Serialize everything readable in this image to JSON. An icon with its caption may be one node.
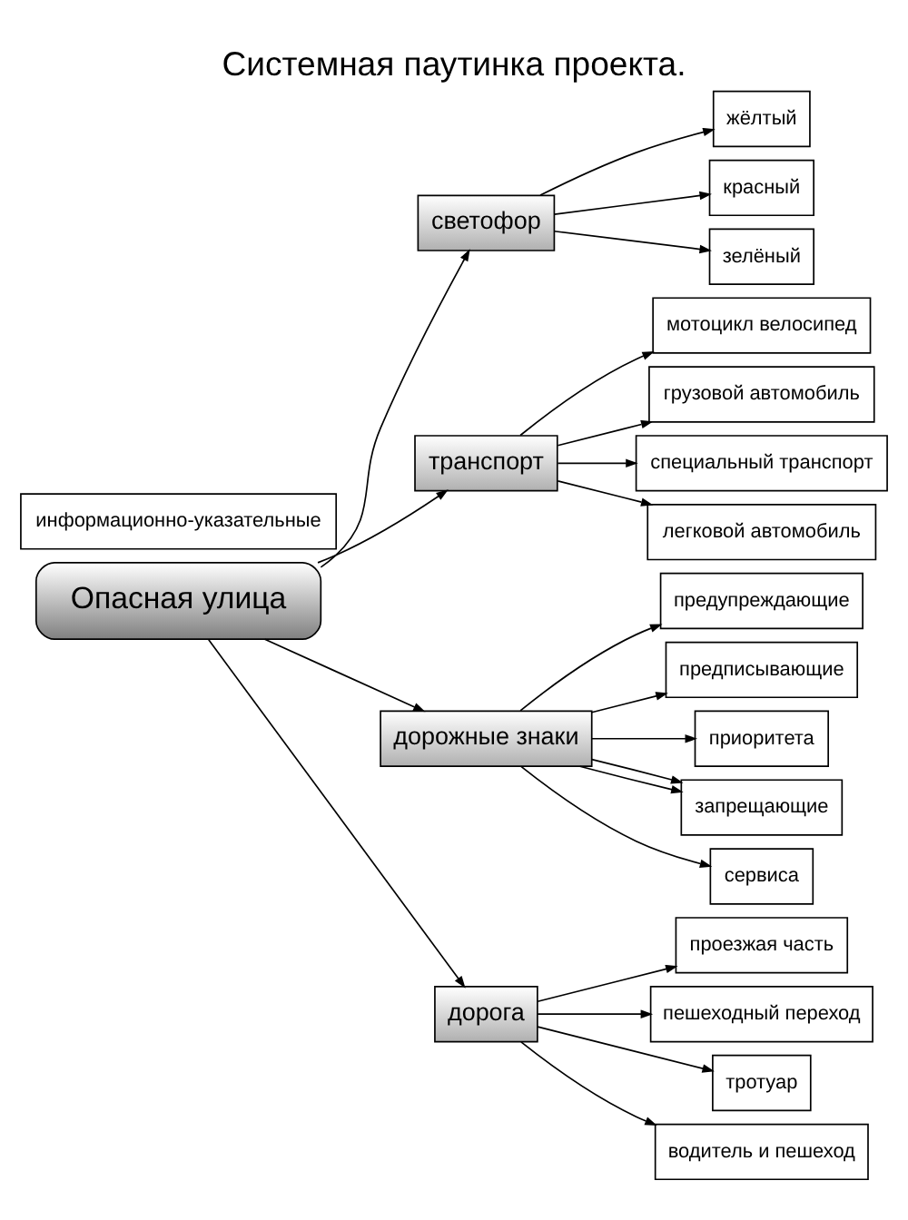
{
  "diagram": {
    "title": "Системная паутинка проекта.",
    "nodes": [
      {
        "text": [
          "Опасная улица"
        ]
      },
      {
        "text": [
          "светофор"
        ]
      },
      {
        "text": [
          "жёлтый"
        ]
      },
      {
        "text": [
          "красный"
        ]
      },
      {
        "text": [
          "зелёный"
        ]
      },
      {
        "text": [
          "транспорт"
        ]
      },
      {
        "text": [
          "мотоцикл велосипед"
        ]
      },
      {
        "text": [
          "грузовой автомобиль"
        ]
      },
      {
        "text": [
          "специальный транспорт"
        ]
      },
      {
        "text": [
          "легковой автомобиль"
        ]
      },
      {
        "text": [
          "предупреждающие"
        ]
      },
      {
        "text": [
          "дорожные знаки"
        ]
      },
      {
        "text": [
          "проезжая часть"
        ]
      },
      {
        "text": [
          "дорога"
        ]
      },
      {
        "text": [
          "предписывающие"
        ]
      },
      {
        "text": [
          "приоритета"
        ]
      },
      {
        "text": [
          "пешеходный переход"
        ]
      },
      {
        "text": [
          "запрещающие"
        ]
      },
      {
        "text": [
          "тротуар"
        ]
      },
      {
        "text": [
          "информационно-указательные"
        ]
      },
      {
        "text": [
          "сервиса"
        ]
      },
      {
        "text": [
          "водитель и пешеход"
        ]
      }
    ],
    "edges": [
      {
        "from": 0,
        "to": 1,
        "arrow": "to"
      },
      {
        "from": 0,
        "to": 5,
        "arrow": "to"
      },
      {
        "from": 0,
        "to": 11,
        "arrow": "to"
      },
      {
        "from": 0,
        "to": 13,
        "arrow": "to"
      },
      {
        "from": 1,
        "to": 2,
        "arrow": "to"
      },
      {
        "from": 1,
        "to": 3,
        "arrow": "to"
      },
      {
        "from": 1,
        "to": 4,
        "arrow": "to"
      },
      {
        "from": 5,
        "to": 6,
        "arrow": "to"
      },
      {
        "from": 5,
        "to": 7,
        "arrow": "to"
      },
      {
        "from": 5,
        "to": 8,
        "arrow": "to"
      },
      {
        "from": 5,
        "to": 9,
        "arrow": "to"
      },
      {
        "from": 11,
        "to": 10,
        "arrow": "to"
      },
      {
        "from": 11,
        "to": 14,
        "arrow": "to"
      },
      {
        "from": 11,
        "to": 15,
        "arrow": "to"
      },
      {
        "from": 11,
        "to": 17,
        "arrow": "to"
      },
      {
        "from": 11,
        "to": 17,
        "arrow": "to"
      },
      {
        "from": 11,
        "to": 20,
        "arrow": "to"
      },
      {
        "from": 13,
        "to": 12,
        "arrow": "to"
      },
      {
        "from": 13,
        "to": 16,
        "arrow": "to"
      },
      {
        "from": 13,
        "to": 18,
        "arrow": "to"
      },
      {
        "from": 13,
        "to": 21,
        "arrow": "to"
      }
    ]
  }
}
